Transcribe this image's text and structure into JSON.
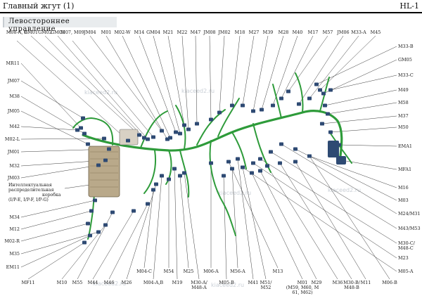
{
  "header": {
    "title": "Главный жгут (1)",
    "code": "HL-1"
  },
  "subtitle": "Левостороннее управление",
  "watermark": "kiaceed2.ru",
  "colors": {
    "harness": "#2e9b3a",
    "connector": "#2e4a73",
    "leader": "#3a3a3a",
    "watermark": "#c9cfd6"
  },
  "labels": {
    "top": [
      "M08-A, B",
      "GM01",
      "GM02",
      "GM03",
      "M07, M09",
      "JM04",
      "M01",
      "M02-W",
      "M14",
      "GM04",
      "M21",
      "M22",
      "M47",
      "JM08",
      "JM02",
      "M18",
      "M27",
      "M39",
      "M28",
      "M40",
      "M17",
      "M57",
      "JM06",
      "M33-A",
      "M45"
    ],
    "left": [
      "MR11",
      "JM07",
      "M38",
      "JM05",
      "M42",
      "M02-L",
      "JM01",
      "M32",
      "JM03",
      "M34",
      "M12",
      "M02-R",
      "M35",
      "EM11"
    ],
    "right": [
      "M33-B",
      "GM05",
      "M33-C",
      "M49",
      "M58",
      "M37",
      "M50",
      "EMA1",
      "MFA1",
      "M16",
      "M03",
      "M24/M31",
      "M43/M53",
      "M30-C/ M48-C",
      "M23",
      "M05-A"
    ],
    "bottom": [
      "MF11",
      "M10",
      "M55",
      "M44",
      "M46",
      "M26",
      "M04-A,B",
      "M04-C",
      "M19",
      "M54",
      "M30-A/ M48-A",
      "M25",
      "M06-A",
      "M05-B",
      "M56-A",
      "M41",
      "M51/ M52",
      "M13",
      "M01 (M59, M60, M61, M62)",
      "M29",
      "M36",
      "M30-B/ M48-B",
      "M11",
      "M06-B"
    ],
    "junction_box": "Интеллектуальная распределительная коробка (I/P-E, I/P-F, I/P-G)"
  }
}
